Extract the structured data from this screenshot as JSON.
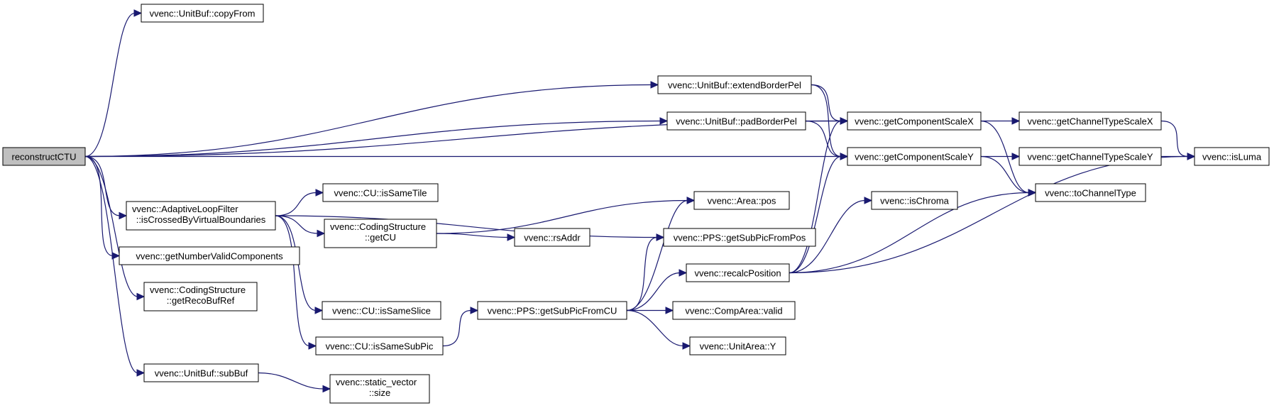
{
  "colors": {
    "edge": "#191970",
    "node_border": "#000000",
    "node_fill": "#ffffff",
    "root_fill": "#bfbfbf",
    "background": "#ffffff"
  },
  "nodes": [
    {
      "id": "reconstructCTU",
      "lines": [
        "reconstructCTU"
      ],
      "root": true
    },
    {
      "id": "copyFrom",
      "lines": [
        "vvenc::UnitBuf::copyFrom"
      ]
    },
    {
      "id": "extendBorderPel",
      "lines": [
        "vvenc::UnitBuf::extendBorderPel"
      ]
    },
    {
      "id": "padBorderPel",
      "lines": [
        "vvenc::UnitBuf::padBorderPel"
      ]
    },
    {
      "id": "getComponentScaleX",
      "lines": [
        "vvenc::getComponentScaleX"
      ]
    },
    {
      "id": "getComponentScaleY",
      "lines": [
        "vvenc::getComponentScaleY"
      ]
    },
    {
      "id": "getChannelTypeScaleX",
      "lines": [
        "vvenc::getChannelTypeScaleX"
      ]
    },
    {
      "id": "getChannelTypeScaleY",
      "lines": [
        "vvenc::getChannelTypeScaleY"
      ]
    },
    {
      "id": "isLuma",
      "lines": [
        "vvenc::isLuma"
      ]
    },
    {
      "id": "toChannelType",
      "lines": [
        "vvenc::toChannelType"
      ]
    },
    {
      "id": "alfCrossed",
      "lines": [
        "vvenc::AdaptiveLoopFilter",
        "::isCrossedByVirtualBoundaries"
      ]
    },
    {
      "id": "cuIsSameTile",
      "lines": [
        "vvenc::CU::isSameTile"
      ]
    },
    {
      "id": "csGetCU",
      "lines": [
        "vvenc::CodingStructure",
        "::getCU"
      ]
    },
    {
      "id": "areaPos",
      "lines": [
        "vvenc::Area::pos"
      ]
    },
    {
      "id": "rsAddr",
      "lines": [
        "vvenc::rsAddr"
      ]
    },
    {
      "id": "isChroma",
      "lines": [
        "vvenc::isChroma"
      ]
    },
    {
      "id": "ppsGetSubPicFromPos",
      "lines": [
        "vvenc::PPS::getSubPicFromPos"
      ]
    },
    {
      "id": "recalcPosition",
      "lines": [
        "vvenc::recalcPosition"
      ]
    },
    {
      "id": "getNumberValidComponents",
      "lines": [
        "vvenc::getNumberValidComponents"
      ]
    },
    {
      "id": "csGetRecoBufRef",
      "lines": [
        "vvenc::CodingStructure",
        "::getRecoBufRef"
      ]
    },
    {
      "id": "cuIsSameSlice",
      "lines": [
        "vvenc::CU::isSameSlice"
      ]
    },
    {
      "id": "ppsGetSubPicFromCU",
      "lines": [
        "vvenc::PPS::getSubPicFromCU"
      ]
    },
    {
      "id": "compAreaValid",
      "lines": [
        "vvenc::CompArea::valid"
      ]
    },
    {
      "id": "cuIsSameSubPic",
      "lines": [
        "vvenc::CU::isSameSubPic"
      ]
    },
    {
      "id": "unitAreaY",
      "lines": [
        "vvenc::UnitArea::Y"
      ]
    },
    {
      "id": "subBuf",
      "lines": [
        "vvenc::UnitBuf::subBuf"
      ]
    },
    {
      "id": "staticVectorSize",
      "lines": [
        "vvenc::static_vector",
        "::size"
      ]
    }
  ],
  "edges": [
    [
      "reconstructCTU",
      "copyFrom"
    ],
    [
      "reconstructCTU",
      "extendBorderPel"
    ],
    [
      "reconstructCTU",
      "getComponentScaleX"
    ],
    [
      "reconstructCTU",
      "padBorderPel"
    ],
    [
      "reconstructCTU",
      "getComponentScaleY"
    ],
    [
      "reconstructCTU",
      "alfCrossed"
    ],
    [
      "reconstructCTU",
      "getNumberValidComponents"
    ],
    [
      "reconstructCTU",
      "csGetRecoBufRef"
    ],
    [
      "reconstructCTU",
      "subBuf"
    ],
    [
      "extendBorderPel",
      "getComponentScaleX"
    ],
    [
      "extendBorderPel",
      "getComponentScaleY"
    ],
    [
      "padBorderPel",
      "getComponentScaleX"
    ],
    [
      "padBorderPel",
      "getComponentScaleY"
    ],
    [
      "getComponentScaleX",
      "getChannelTypeScaleX"
    ],
    [
      "getComponentScaleX",
      "toChannelType"
    ],
    [
      "getComponentScaleY",
      "getChannelTypeScaleY"
    ],
    [
      "getComponentScaleY",
      "toChannelType"
    ],
    [
      "getChannelTypeScaleX",
      "isLuma"
    ],
    [
      "getChannelTypeScaleY",
      "isLuma"
    ],
    [
      "alfCrossed",
      "cuIsSameTile"
    ],
    [
      "alfCrossed",
      "csGetCU"
    ],
    [
      "alfCrossed",
      "ppsGetSubPicFromPos"
    ],
    [
      "alfCrossed",
      "cuIsSameSlice"
    ],
    [
      "alfCrossed",
      "cuIsSameSubPic"
    ],
    [
      "csGetCU",
      "areaPos"
    ],
    [
      "csGetCU",
      "rsAddr"
    ],
    [
      "cuIsSameSubPic",
      "ppsGetSubPicFromCU"
    ],
    [
      "ppsGetSubPicFromCU",
      "areaPos"
    ],
    [
      "ppsGetSubPicFromCU",
      "ppsGetSubPicFromPos"
    ],
    [
      "ppsGetSubPicFromCU",
      "recalcPosition"
    ],
    [
      "ppsGetSubPicFromCU",
      "compAreaValid"
    ],
    [
      "ppsGetSubPicFromCU",
      "unitAreaY"
    ],
    [
      "recalcPosition",
      "getComponentScaleX"
    ],
    [
      "recalcPosition",
      "getComponentScaleY"
    ],
    [
      "recalcPosition",
      "isChroma"
    ],
    [
      "recalcPosition",
      "toChannelType"
    ],
    [
      "recalcPosition",
      "isLuma"
    ],
    [
      "subBuf",
      "staticVectorSize"
    ]
  ]
}
